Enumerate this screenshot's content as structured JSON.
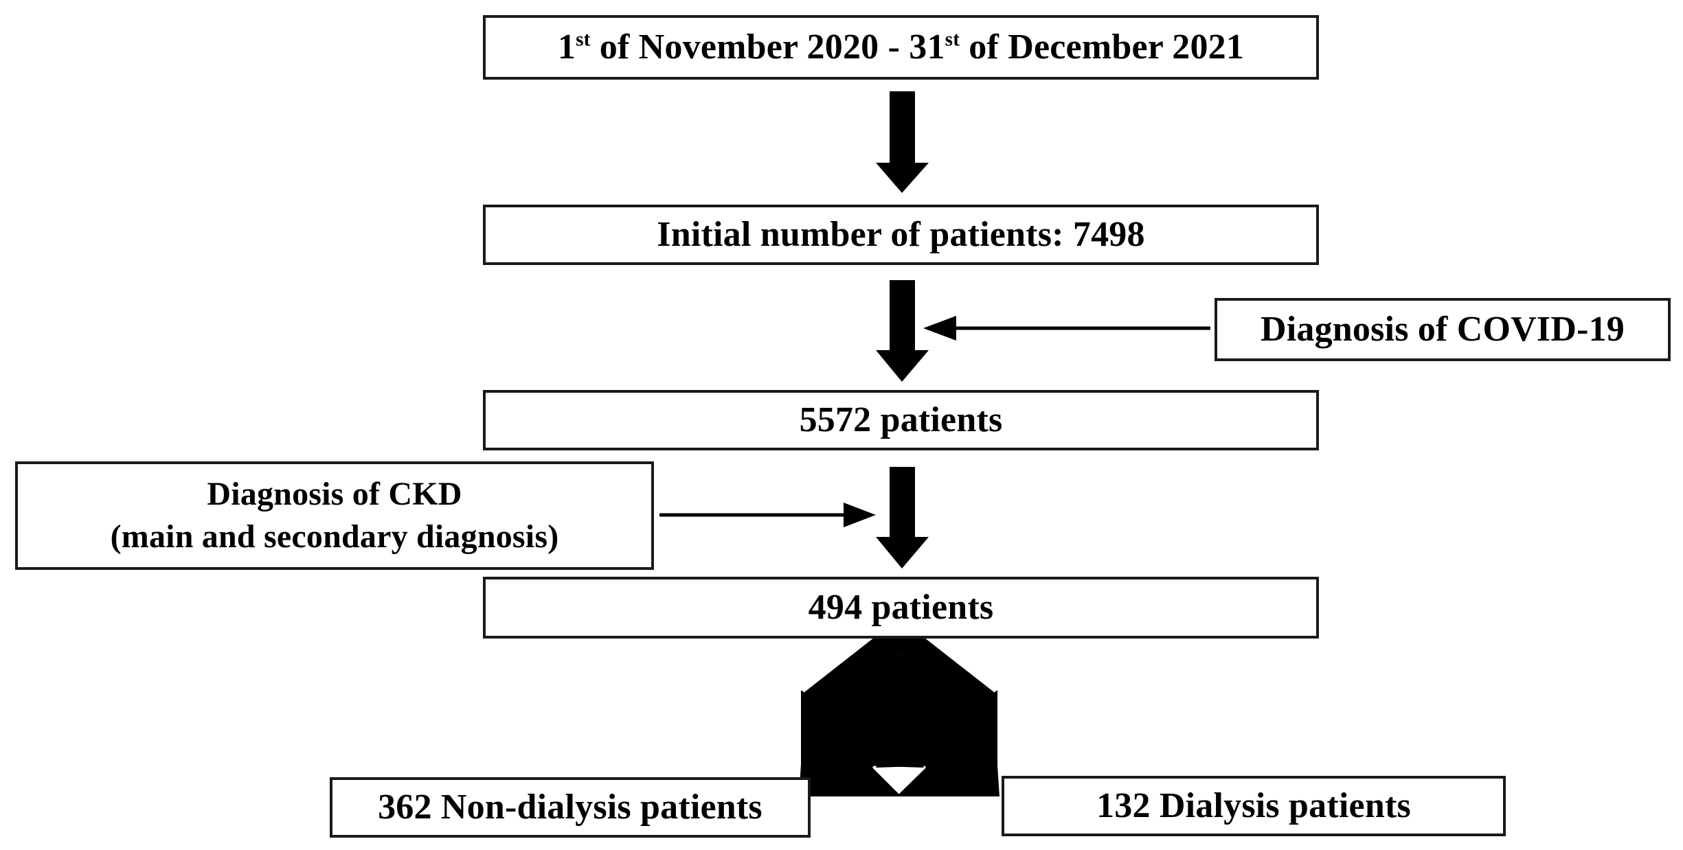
{
  "diagram": {
    "title": "Patient selection flowchart",
    "type": "flowchart",
    "background_color": "#ffffff",
    "text_color": "#000000",
    "border_color": "#1a1a1a",
    "nodes": {
      "period": {
        "label_prefix": "1",
        "label_sup1": "st",
        "label_mid": " of November 2020 - 31",
        "label_sup2": "st",
        "label_suffix": " of December 2021",
        "full_text": "1st of November 2020 - 31st of December 2021"
      },
      "initial": {
        "label": "Initial number of patients: 7498",
        "count": 7498
      },
      "covid_criterion": {
        "label": "Diagnosis of COVID-19"
      },
      "after_covid": {
        "label": "5572 patients",
        "count": 5572
      },
      "ckd_criterion": {
        "line1": "Diagnosis of CKD",
        "line2": "(main and secondary diagnosis)"
      },
      "after_ckd": {
        "label": "494 patients",
        "count": 494
      },
      "non_dialysis": {
        "label": "362 Non-dialysis patients",
        "count": 362
      },
      "dialysis": {
        "label": "132 Dialysis patients",
        "count": 132
      }
    },
    "arrows": [
      {
        "name": "period-to-initial",
        "kind": "thick-down"
      },
      {
        "name": "initial-to-after-covid",
        "kind": "thick-down"
      },
      {
        "name": "covid-criterion-to-flow",
        "kind": "thin-left"
      },
      {
        "name": "after-covid-to-after-ckd",
        "kind": "thick-down"
      },
      {
        "name": "ckd-criterion-to-flow",
        "kind": "thin-right"
      },
      {
        "name": "after-ckd-split",
        "kind": "split-down-both"
      }
    ]
  }
}
